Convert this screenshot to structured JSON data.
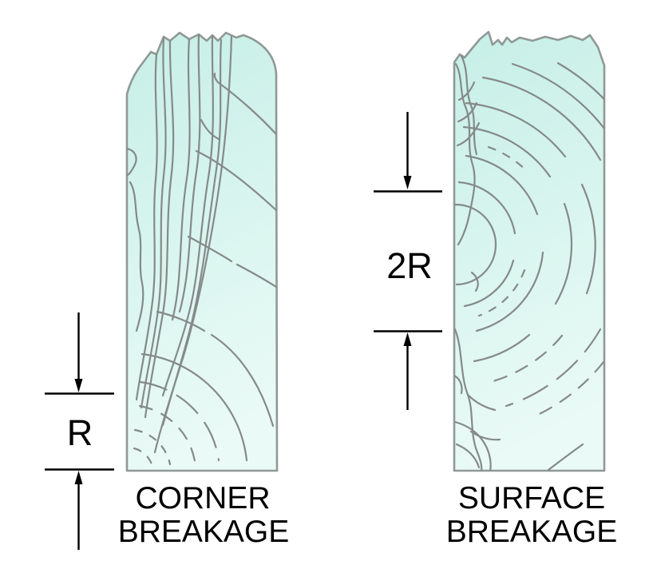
{
  "figures": [
    {
      "id": "corner-breakage",
      "dimension_label": "R",
      "caption_lines": [
        "CORNER",
        "BREAKAGE"
      ]
    },
    {
      "id": "surface-breakage",
      "dimension_label": "2R",
      "caption_lines": [
        "SURFACE",
        "BREAKAGE"
      ]
    }
  ],
  "colors": {
    "background": "#ffffff",
    "glass_top": "#c6efe7",
    "glass_bottom": "#eafaf6",
    "outline": "#8f9996",
    "crack": "#858a88",
    "dimension": "#000000",
    "label_text": "#000000"
  }
}
